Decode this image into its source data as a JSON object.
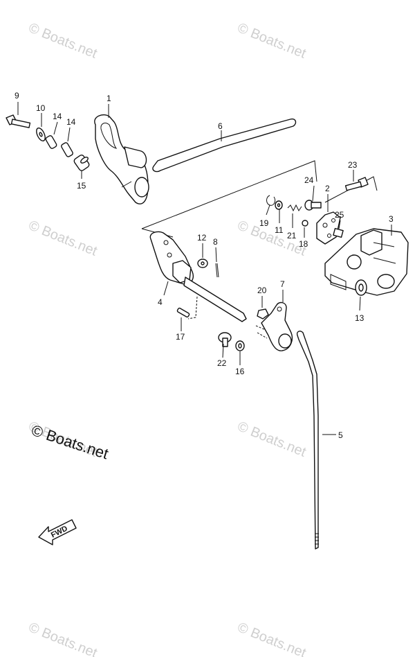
{
  "watermark": "© Boats.net",
  "copyright": "© Boats.net",
  "fwd_label": "FWD",
  "callouts": {
    "p1": "1",
    "p2": "2",
    "p3": "3",
    "p4": "4",
    "p5": "5",
    "p6": "6",
    "p7": "7",
    "p8": "8",
    "p9": "9",
    "p10": "10",
    "p11": "11",
    "p12": "12",
    "p13": "13",
    "p14a": "14",
    "p14b": "14",
    "p15": "15",
    "p16": "16",
    "p17": "17",
    "p18": "18",
    "p19": "19",
    "p20": "20",
    "p21": "21",
    "p22": "22",
    "p23": "23",
    "p24": "24",
    "p25": "25"
  }
}
